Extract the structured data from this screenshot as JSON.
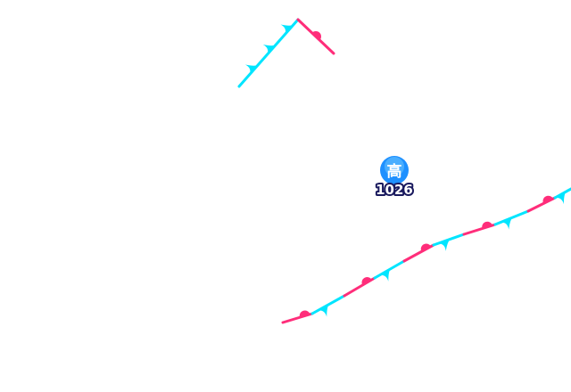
{
  "map": {
    "background_color": "#ffffff",
    "pressure_centers": [
      {
        "kind": "high",
        "label": "高",
        "value": "1026",
        "badge_color": "#1e90ff",
        "badge_light_color": "#6ec6ff",
        "label_color": "#ffffff",
        "value_color": "#ffffff",
        "value_outline_color": "#1a1a5e"
      }
    ],
    "fronts": [
      {
        "type": "stationary",
        "warm_color": "#ff2d7a",
        "cold_color": "#00e5ff"
      },
      {
        "type": "stationary",
        "warm_color": "#ff2d7a",
        "cold_color": "#00e5ff"
      }
    ]
  }
}
